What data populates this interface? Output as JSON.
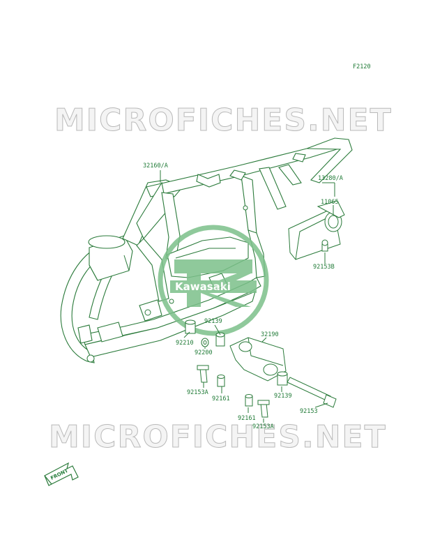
{
  "figure_code": "F2120",
  "watermark": {
    "text": "MICROFICHES.NET"
  },
  "logo": {
    "text": "Kawasaki"
  },
  "front_marker": {
    "text": "FRONT"
  },
  "part_labels": {
    "frame": "32160/A",
    "guard_assy": "13280/A",
    "guard_plate": "11065",
    "bolt_guard": "92153B",
    "spacer_left": "92210",
    "washer": "92200",
    "collar_top": "92139",
    "bracket": "32190",
    "bolt_left": "92153A",
    "nut_left": "92161",
    "collar_right": "92139",
    "long_bolt": "92153",
    "nut_right": "92161",
    "bolt_right": "92153A"
  },
  "colors": {
    "line": "#2a7a3a",
    "label": "#1f7a36",
    "logo": "#7cc08a",
    "watermark_stroke": "#b9b9b9"
  }
}
